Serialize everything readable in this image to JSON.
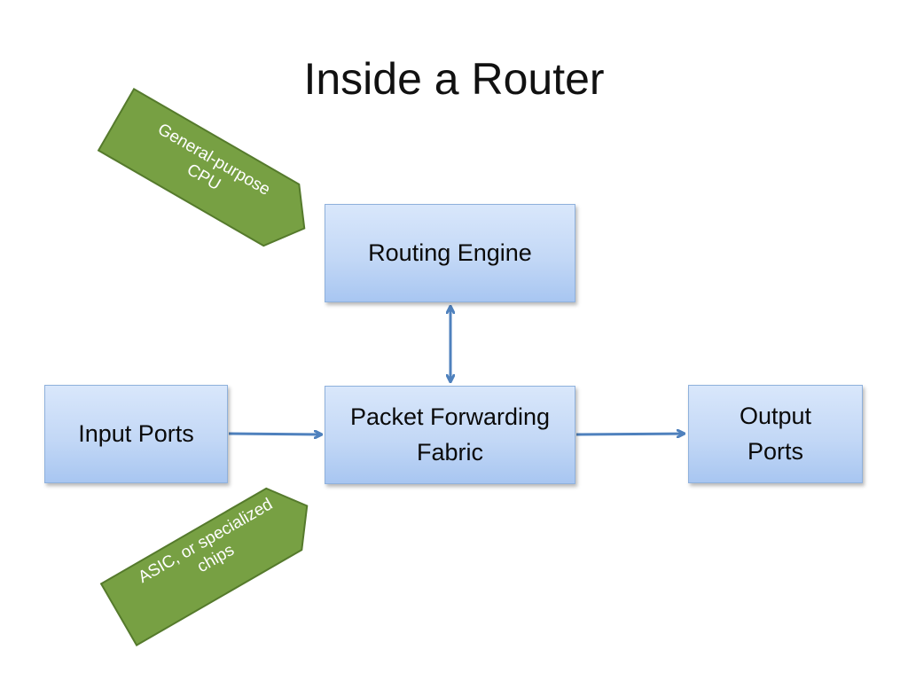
{
  "title": "Inside a Router",
  "boxes": {
    "routing_engine": "Routing Engine",
    "input_ports": "Input Ports",
    "fabric_line1": "Packet Forwarding",
    "fabric_line2": "Fabric",
    "output_line1": "Output",
    "output_line2": "Ports"
  },
  "callouts": {
    "cpu_line1": "General-purpose",
    "cpu_line2": "CPU",
    "asic_line1": "ASIC, or specialized",
    "asic_line2": "chips"
  },
  "colors": {
    "box_border": "#8fb1dc",
    "box_fill": "#c3d8f6",
    "arrow": "#4f81bd",
    "callout_fill": "#77a043",
    "callout_stroke": "#557a2c"
  }
}
